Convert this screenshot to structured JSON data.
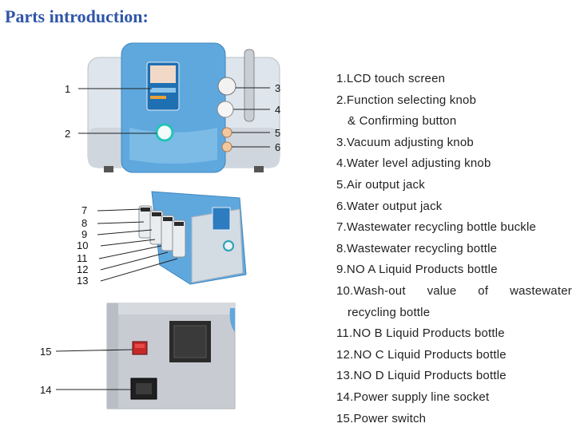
{
  "heading": "Parts introduction:",
  "figure1_callouts": [
    "1",
    "2",
    "3",
    "4",
    "5",
    "6"
  ],
  "figure2_callouts": [
    "7",
    "8",
    "9",
    "10",
    "11",
    "12",
    "13"
  ],
  "figure3_callouts": [
    "15",
    "14"
  ],
  "parts": [
    "1.LCD touch screen",
    "2.Function selecting knob",
    "& Confirming button",
    "3.Vacuum adjusting knob",
    "4.Water level adjusting knob",
    "5.Air output jack",
    "6.Water output jack",
    "7.Wastewater recycling bottle buckle",
    "8.Wastewater recycling bottle",
    "9.NO A Liquid Products bottle",
    "10.Wash-out value of wastewater",
    "recycling bottle",
    "11.NO B Liquid Products bottle",
    "12.NO C Liquid Products bottle",
    "13.NO D Liquid Products bottle",
    "14.Power supply line socket",
    "15.Power switch"
  ],
  "colors": {
    "heading": "#2f56a8",
    "device_blue": "#5fa8de",
    "device_grey": "#d7dee6",
    "back_panel": "#c8ccd2"
  }
}
